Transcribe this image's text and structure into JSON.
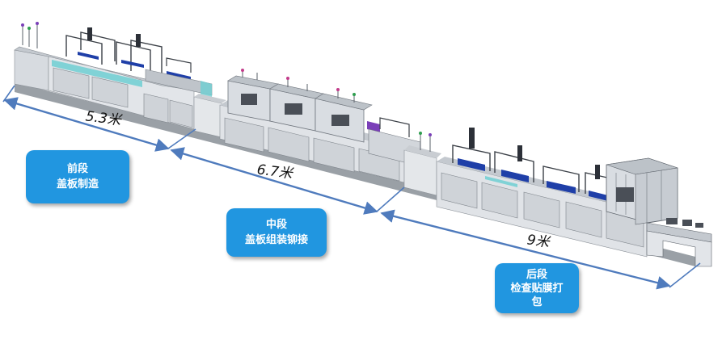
{
  "colors": {
    "dimension_line": "#4f7bbd",
    "label_fill": "#2196e0",
    "label_text": "#ffffff",
    "machine_frame": "#dcdfe3",
    "machine_shade": "#b4b9bf",
    "machine_dark": "#4a4f57",
    "guard_teal": "#6ecfd2",
    "accent_blue": "#1f3fa8"
  },
  "segments": [
    {
      "name_line1": "前段",
      "name_line2": "盖板制造",
      "length": "5.3米"
    },
    {
      "name_line1": "中段",
      "name_line2": "盖板组装铆接",
      "length": "6.7米"
    },
    {
      "name_line1": "后段",
      "name_line2": "检查贴膜打",
      "name_line3": "包",
      "length": "9米"
    }
  ]
}
